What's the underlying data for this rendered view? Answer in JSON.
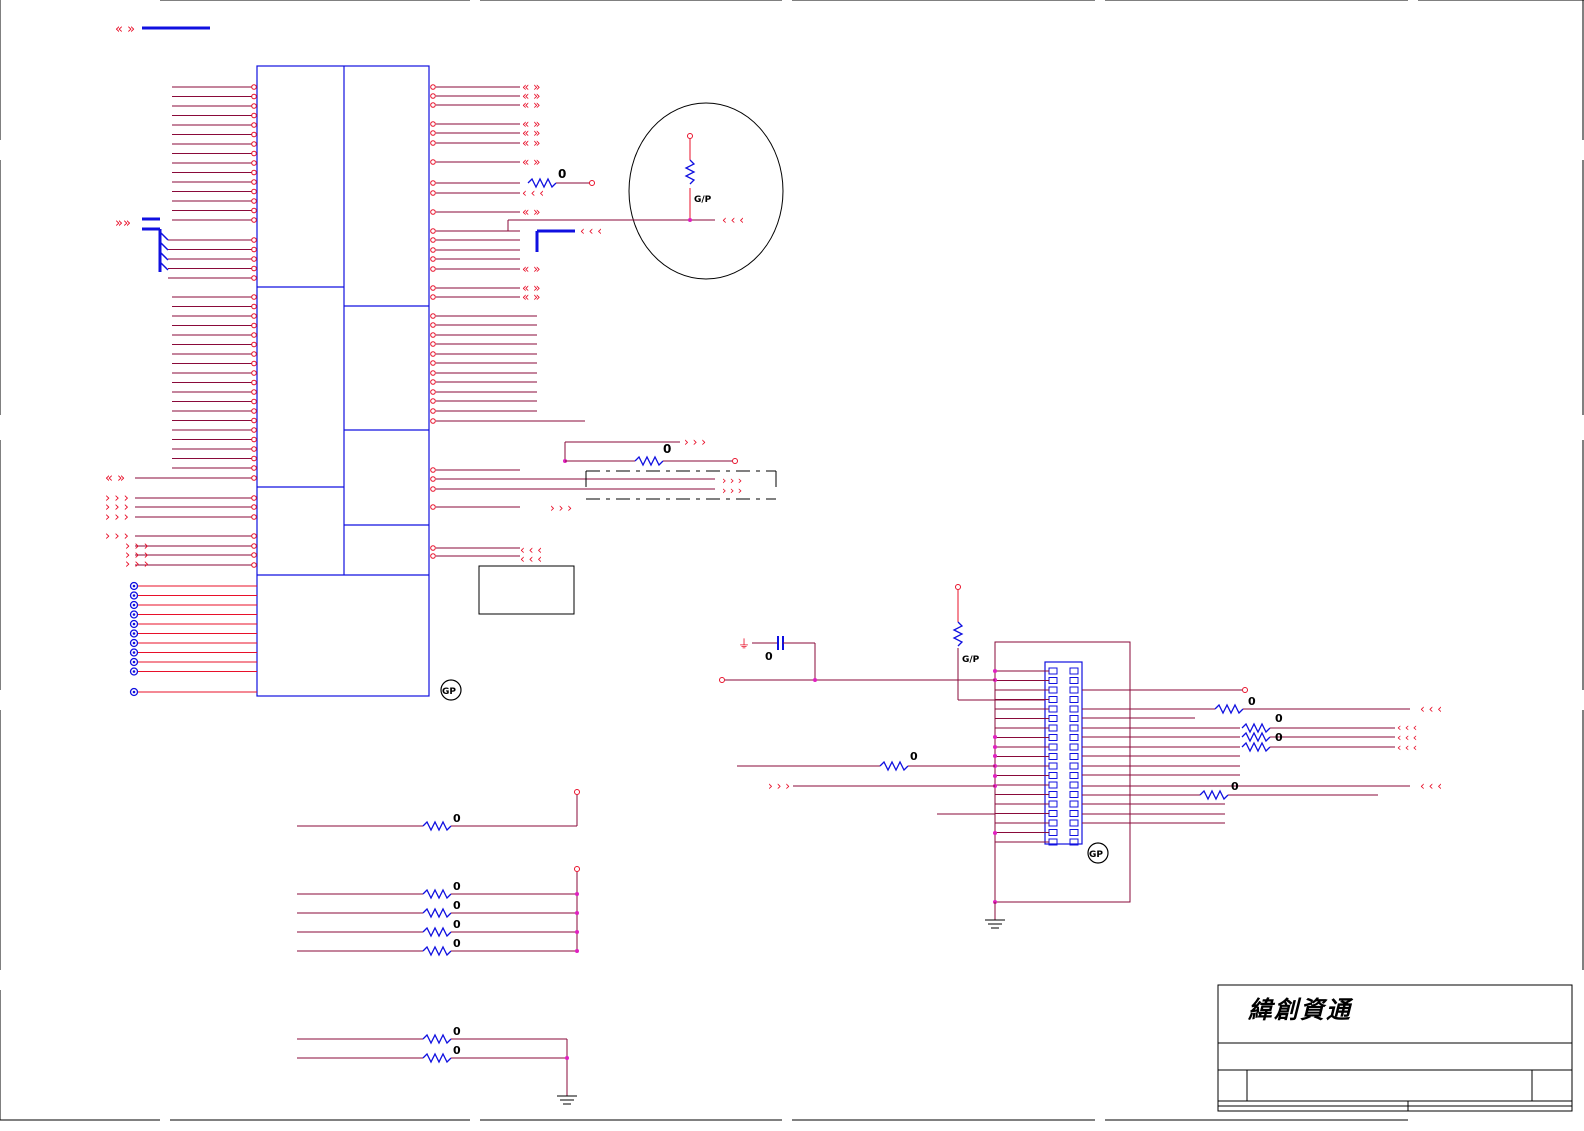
{
  "title_block": {
    "company_name": "緯創資通"
  },
  "marks": {
    "gp_label": "GP",
    "gp_short": "G/P",
    "component_glyph": "0"
  },
  "colors": {
    "net_red": "#e8102a",
    "net_maroon": "#8a0a3a",
    "ic_blue": "#1010e0",
    "junction": "#e020c0",
    "outline": "#000000"
  },
  "icons": [
    "ground-symbol",
    "capacitor-symbol",
    "resistor-symbol",
    "off-page-arrow",
    "test-point"
  ]
}
